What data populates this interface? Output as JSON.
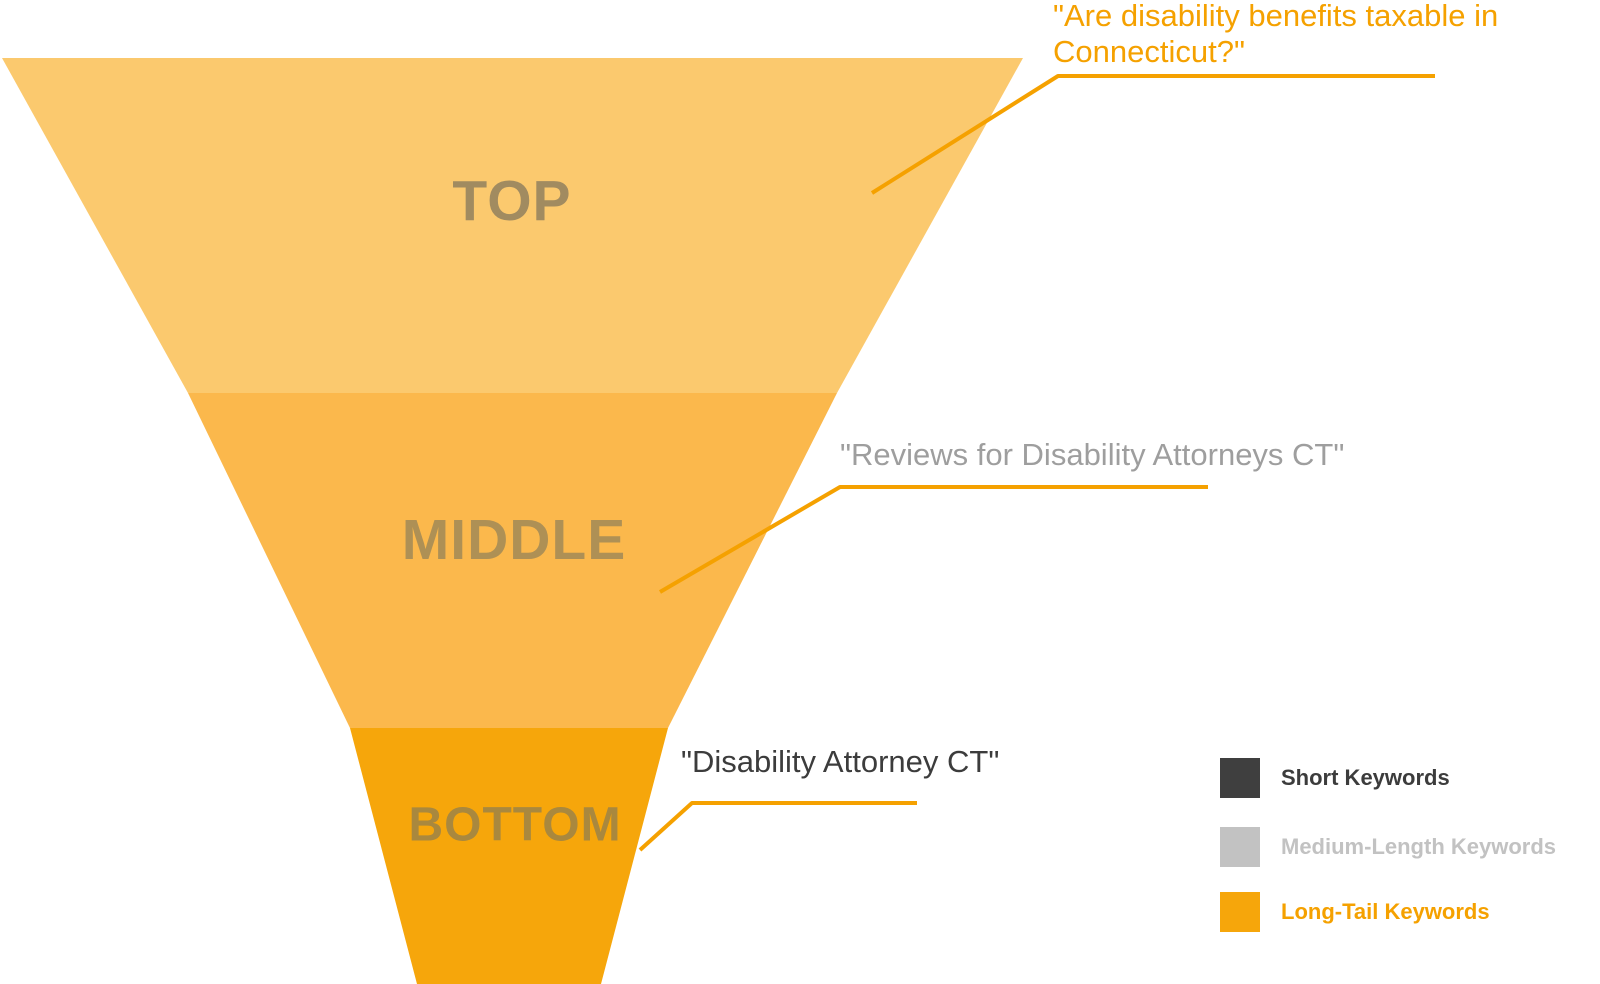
{
  "diagram": {
    "type": "keyword-funnel",
    "accent_line_color": "#f5a100",
    "stages": [
      {
        "label": "TOP",
        "color": "#fbc96e",
        "label_color": "#a18b60",
        "callout": "\"Are disability benefits taxable in Connecticut?\"",
        "callout_text_color": "#f5a100"
      },
      {
        "label": "MIDDLE",
        "color": "#fbb84c",
        "label_color": "#ae9055",
        "callout": "\"Reviews for Disability Attorneys CT\"",
        "callout_text_color": "#9e9e9e"
      },
      {
        "label": "BOTTOM",
        "color": "#f6a60b",
        "label_color": "#a9883e",
        "callout": "\"Disability Attorney CT\"",
        "callout_text_color": "#3c3c3c"
      }
    ],
    "legend": [
      {
        "label": "Short Keywords",
        "swatch_color": "#3f3f3f",
        "text_color": "#3c3c3c"
      },
      {
        "label": "Medium-Length Keywords",
        "swatch_color": "#c2c2c2",
        "text_color": "#c2c2c2"
      },
      {
        "label": "Long-Tail Keywords",
        "swatch_color": "#f6a60b",
        "text_color": "#f5a100"
      }
    ]
  }
}
